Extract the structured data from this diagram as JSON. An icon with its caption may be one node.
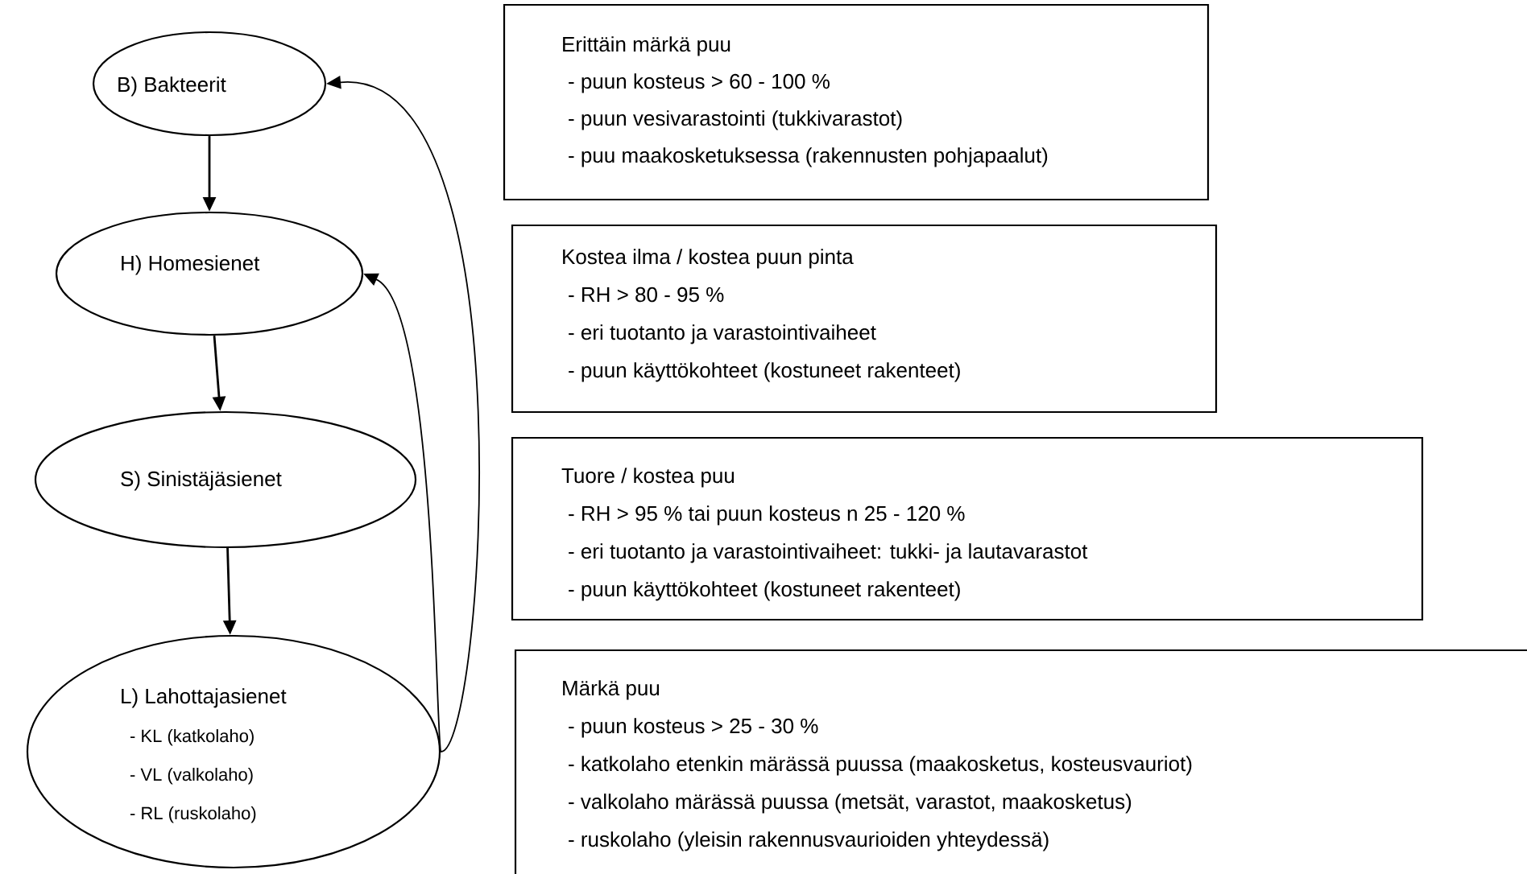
{
  "diagram": {
    "nodes": [
      {
        "text": [
          "B) Bakteerit"
        ]
      },
      {
        "text": [
          "H) Homesienet"
        ]
      },
      {
        "text": [
          "S) Sinistäjäsienet"
        ]
      },
      {
        "text": [
          "L) Lahottajasienet",
          "- KL (katkolaho)",
          "- VL (valkolaho)",
          "- RL (ruskolaho)"
        ]
      },
      {
        "text": [
          "Erittäin märkä puu",
          "- puun kosteus > 60 - 100 %",
          "- puun vesivarastointi (tukkivarastot)",
          "- puu maakosketuksessa (rakennusten pohjapaalut)"
        ]
      },
      {
        "text": [
          "Kostea ilma / kostea puun pinta",
          "- RH > 80 - 95 %",
          "- eri tuotanto ja varastointivaiheet",
          "- puun käyttökohteet (kostuneet rakenteet)"
        ]
      },
      {
        "text": [
          "Tuore / kostea puu",
          "- RH > 95 % tai puun kosteus n 25 - 120 %",
          "- eri tuotanto ja varastointivaiheet:  tukki- ja lautavarastot",
          "- puun käyttökohteet (kostuneet rakenteet)"
        ]
      },
      {
        "text": [
          "Märkä puu",
          "- puun kosteus > 25 - 30 %",
          "- katkolaho etenkin märässä puussa (maakosketus, kosteusvauriot)",
          "- valkolaho märässä puussa (metsät, varastot, maakosketus)",
          "- ruskolaho (yleisin rakennusvaurioiden yhteydessä)"
        ]
      }
    ],
    "edges": [
      {
        "from": 0,
        "to": 1,
        "arrow": "to"
      },
      {
        "from": 1,
        "to": 2,
        "arrow": "to"
      },
      {
        "from": 2,
        "to": 3,
        "arrow": "to"
      },
      {
        "from": 3,
        "to": 0,
        "arrow": "to"
      },
      {
        "from": 3,
        "to": 1,
        "arrow": "to"
      }
    ]
  }
}
